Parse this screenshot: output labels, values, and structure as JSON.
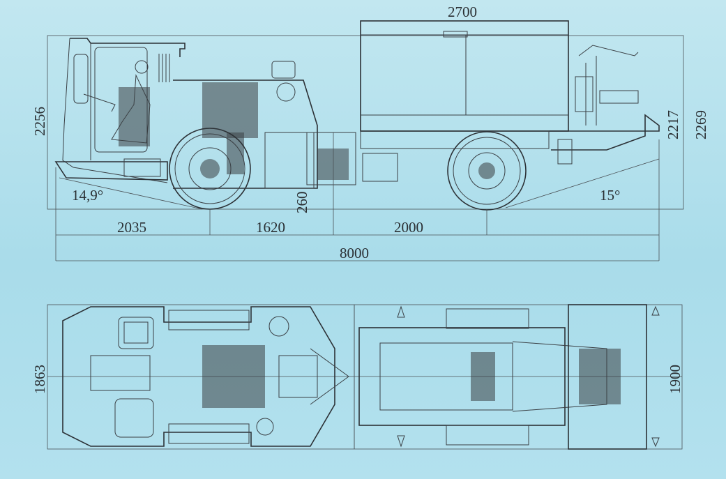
{
  "side_view": {
    "dimensions": {
      "tank_length": "2700",
      "cab_height": "2256",
      "tank_height": "2217",
      "overall_height": "2269",
      "front_angle": "14,9°",
      "rear_angle": "15°",
      "ground_clearance": "260",
      "front_overhang": "2035",
      "wheelbase_front": "1620",
      "wheelbase_rear": "2000",
      "overall_length": "8000"
    }
  },
  "top_view": {
    "dimensions": {
      "front_width": "1863",
      "rear_width": "1900"
    }
  },
  "colors": {
    "line": "#3a3f44",
    "background": "#b3e1ee"
  }
}
